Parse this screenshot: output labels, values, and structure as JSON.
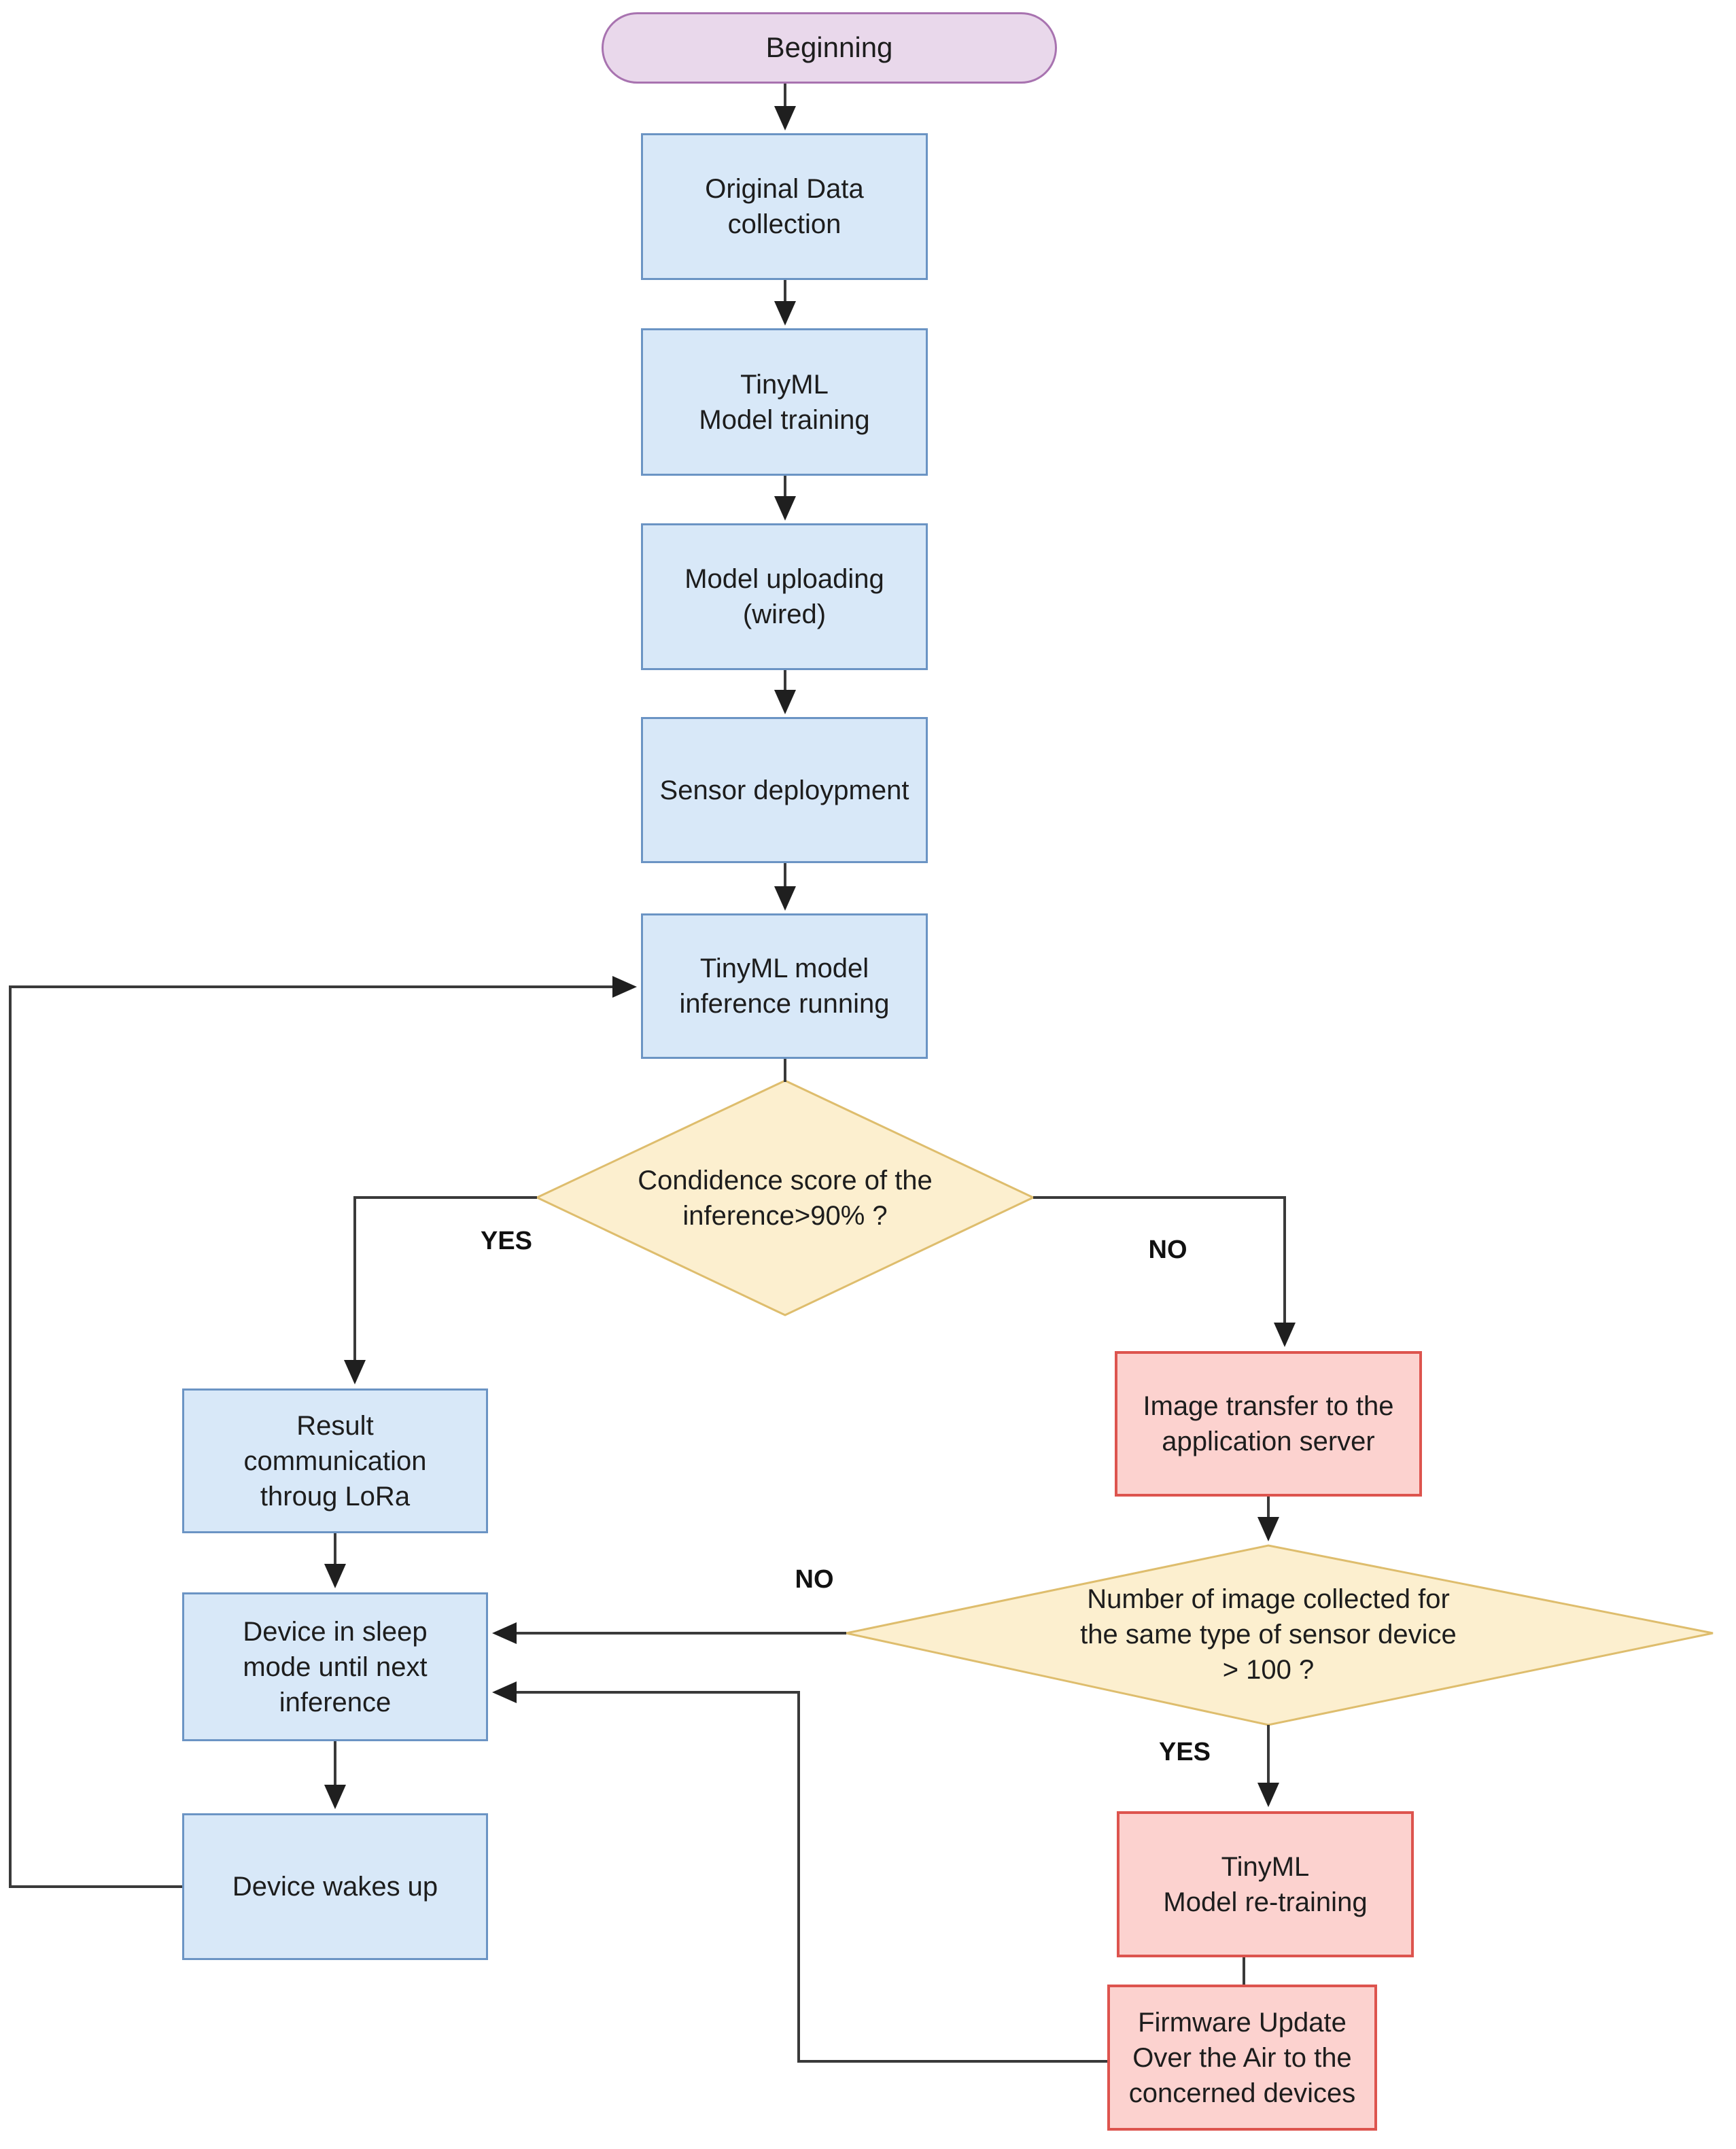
{
  "nodes": {
    "beginning": {
      "shape": "terminator",
      "label": "Beginning"
    },
    "original_data": {
      "shape": "process",
      "label": "Original Data\ncollection"
    },
    "model_training": {
      "shape": "process",
      "label": "TinyML\nModel training"
    },
    "model_uploading": {
      "shape": "process",
      "label": "Model uploading\n(wired)"
    },
    "sensor_deployment": {
      "shape": "process",
      "label": "Sensor deploypment"
    },
    "inference_running": {
      "shape": "process",
      "label": "TinyML model\ninference running"
    },
    "confidence_decision": {
      "shape": "decision",
      "label": "Condidence score of the\ninference>90% ?"
    },
    "result_comm": {
      "shape": "process",
      "label": "Result\ncommunication\nthroug LoRa"
    },
    "image_transfer": {
      "shape": "alert",
      "label": "Image transfer to the\napplication server"
    },
    "count_decision": {
      "shape": "decision",
      "label": "Number of image collected for\nthe same type of sensor device\n> 100 ?"
    },
    "sleep_mode": {
      "shape": "process",
      "label": "Device in sleep\nmode until next\ninference"
    },
    "wakes_up": {
      "shape": "process",
      "label": "Device wakes up"
    },
    "retraining": {
      "shape": "alert",
      "label": "TinyML\nModel re-training"
    },
    "firmware_update": {
      "shape": "alert",
      "label": "Firmware Update\nOver the Air to the\nconcerned devices"
    }
  },
  "edges": [
    {
      "from": "beginning",
      "to": "original_data",
      "label": ""
    },
    {
      "from": "original_data",
      "to": "model_training",
      "label": ""
    },
    {
      "from": "model_training",
      "to": "model_uploading",
      "label": ""
    },
    {
      "from": "model_uploading",
      "to": "sensor_deployment",
      "label": ""
    },
    {
      "from": "sensor_deployment",
      "to": "inference_running",
      "label": ""
    },
    {
      "from": "inference_running",
      "to": "confidence_decision",
      "label": ""
    },
    {
      "from": "confidence_decision",
      "to": "result_comm",
      "label": "YES"
    },
    {
      "from": "confidence_decision",
      "to": "image_transfer",
      "label": "NO"
    },
    {
      "from": "result_comm",
      "to": "sleep_mode",
      "label": ""
    },
    {
      "from": "sleep_mode",
      "to": "wakes_up",
      "label": ""
    },
    {
      "from": "wakes_up",
      "to": "inference_running",
      "label": ""
    },
    {
      "from": "image_transfer",
      "to": "count_decision",
      "label": ""
    },
    {
      "from": "count_decision",
      "to": "sleep_mode",
      "label": "NO"
    },
    {
      "from": "count_decision",
      "to": "retraining",
      "label": "YES"
    },
    {
      "from": "retraining",
      "to": "firmware_update",
      "label": ""
    },
    {
      "from": "firmware_update",
      "to": "sleep_mode",
      "label": ""
    }
  ],
  "colors": {
    "process_fill": "#d8e8f8",
    "process_border": "#6b94c4",
    "terminator_fill": "#e9d8eb",
    "terminator_border": "#a873b0",
    "decision_fill": "#fcefcf",
    "decision_border": "#debd6d",
    "alert_fill": "#fcd2cf",
    "alert_border": "#dd544e",
    "line_color": "#3a3a3a"
  }
}
